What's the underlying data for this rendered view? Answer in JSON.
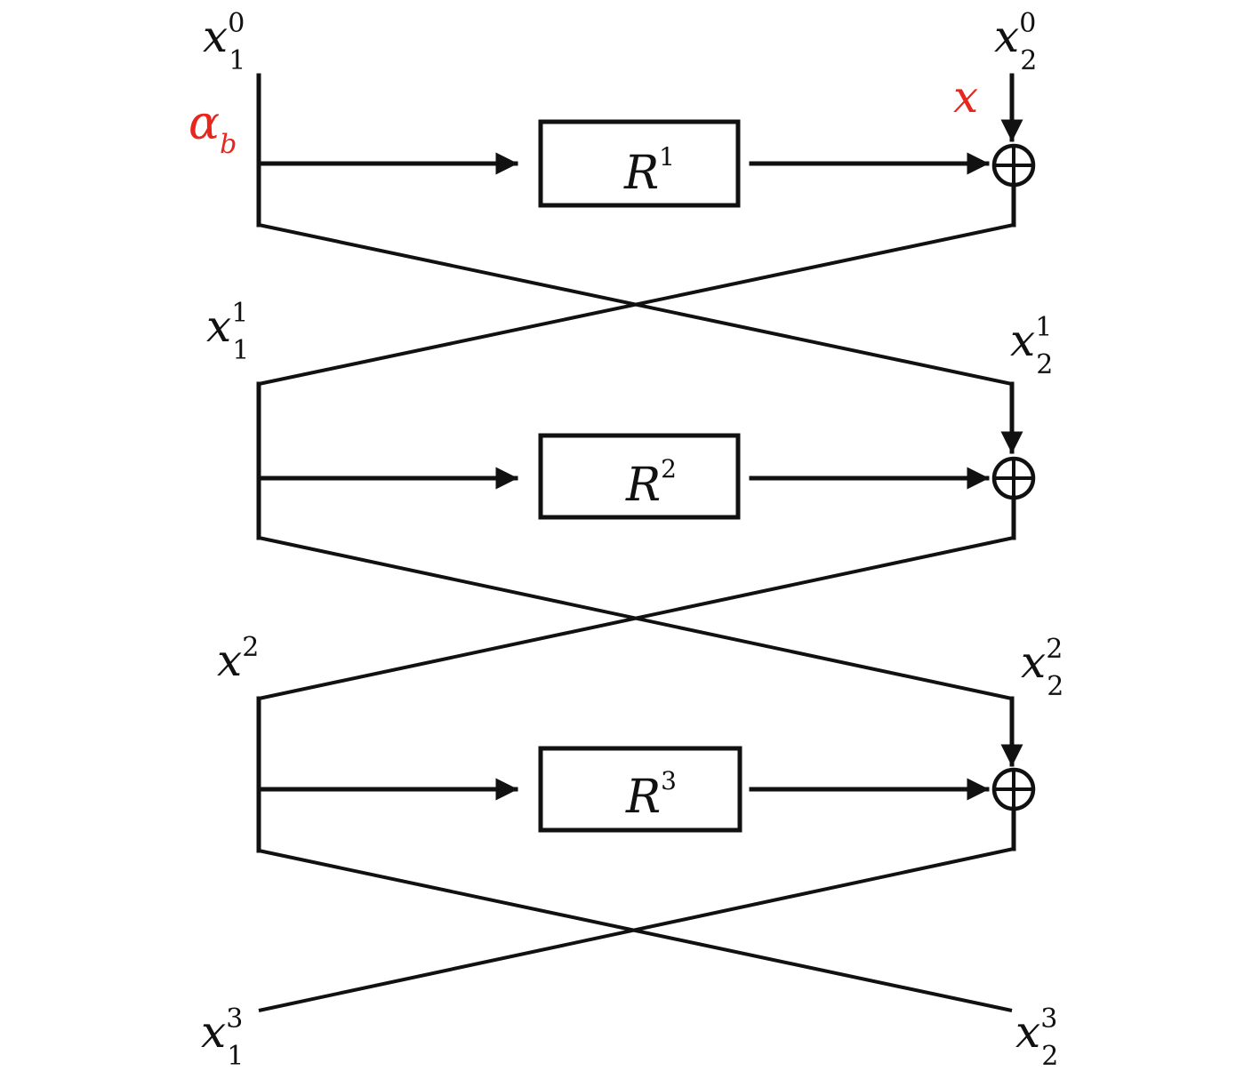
{
  "colors": {
    "ink": "#111111",
    "accent": "#e8261c",
    "background": "#ffffff"
  },
  "labels": {
    "left": [
      {
        "base": "x",
        "sub": "1",
        "sup": "0"
      },
      {
        "base": "x",
        "sub": "1",
        "sup": "1"
      },
      {
        "base": "x",
        "sub": "",
        "sup": "2"
      },
      {
        "base": "x",
        "sub": "1",
        "sup": "3"
      }
    ],
    "right": [
      {
        "base": "x",
        "sub": "2",
        "sup": "0"
      },
      {
        "base": "x",
        "sub": "2",
        "sup": "1"
      },
      {
        "base": "x",
        "sub": "2",
        "sup": "2"
      },
      {
        "base": "x",
        "sub": "2",
        "sup": "3"
      }
    ],
    "alpha": {
      "base": "α",
      "sub": "b"
    },
    "x_input": "x"
  },
  "rounds": [
    {
      "base": "R",
      "sup": "1"
    },
    {
      "base": "R",
      "sup": "2"
    },
    {
      "base": "R",
      "sup": "3"
    }
  ]
}
